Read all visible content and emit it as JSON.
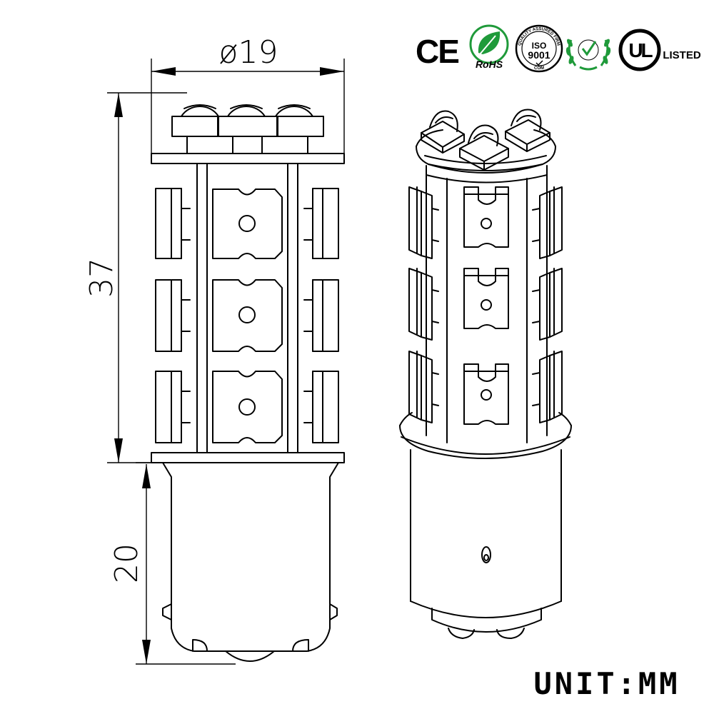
{
  "dimensions": {
    "diameter": "ø19",
    "height_body": "37",
    "height_base": "20"
  },
  "unit_label": "UNIT:MM",
  "certifications": {
    "ce": "CE",
    "rohs": "RoHS",
    "iso_top": "QUALITY ASSURED FIRM",
    "iso_main": "ISO",
    "iso_number": "9001",
    "iso_sub": "COM",
    "ul_mark": "UL",
    "ul_listed": "LISTED"
  },
  "colors": {
    "rohs_green": "#1f9a3a",
    "line": "#000000"
  },
  "icons": [
    "ce-mark-icon",
    "rohs-leaf-icon",
    "iso-9001-seal-icon",
    "laurel-check-icon",
    "ul-listed-icon"
  ]
}
